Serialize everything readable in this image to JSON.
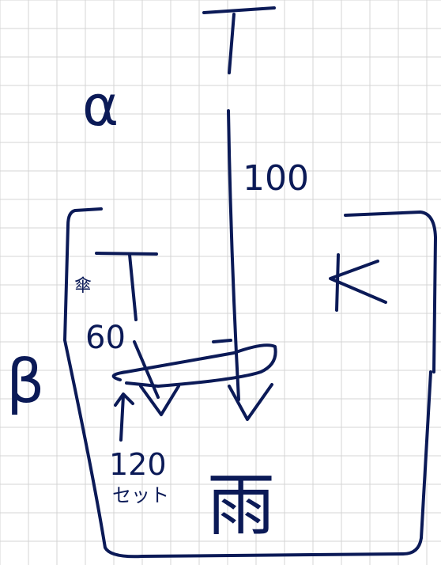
{
  "colors": {
    "grid": "#d4d4d4",
    "ink": "#0b1a57",
    "paper": "#ffffff"
  },
  "labels": {
    "alpha": "α",
    "beta": "β",
    "kappa": "K",
    "top_t": "T",
    "inner_t": "T",
    "value_100": "100",
    "value_60": "60",
    "value_120": "120",
    "unit_120": "セット",
    "small_kanji": "傘",
    "rain_kanji": "雨",
    "dash": "−"
  }
}
